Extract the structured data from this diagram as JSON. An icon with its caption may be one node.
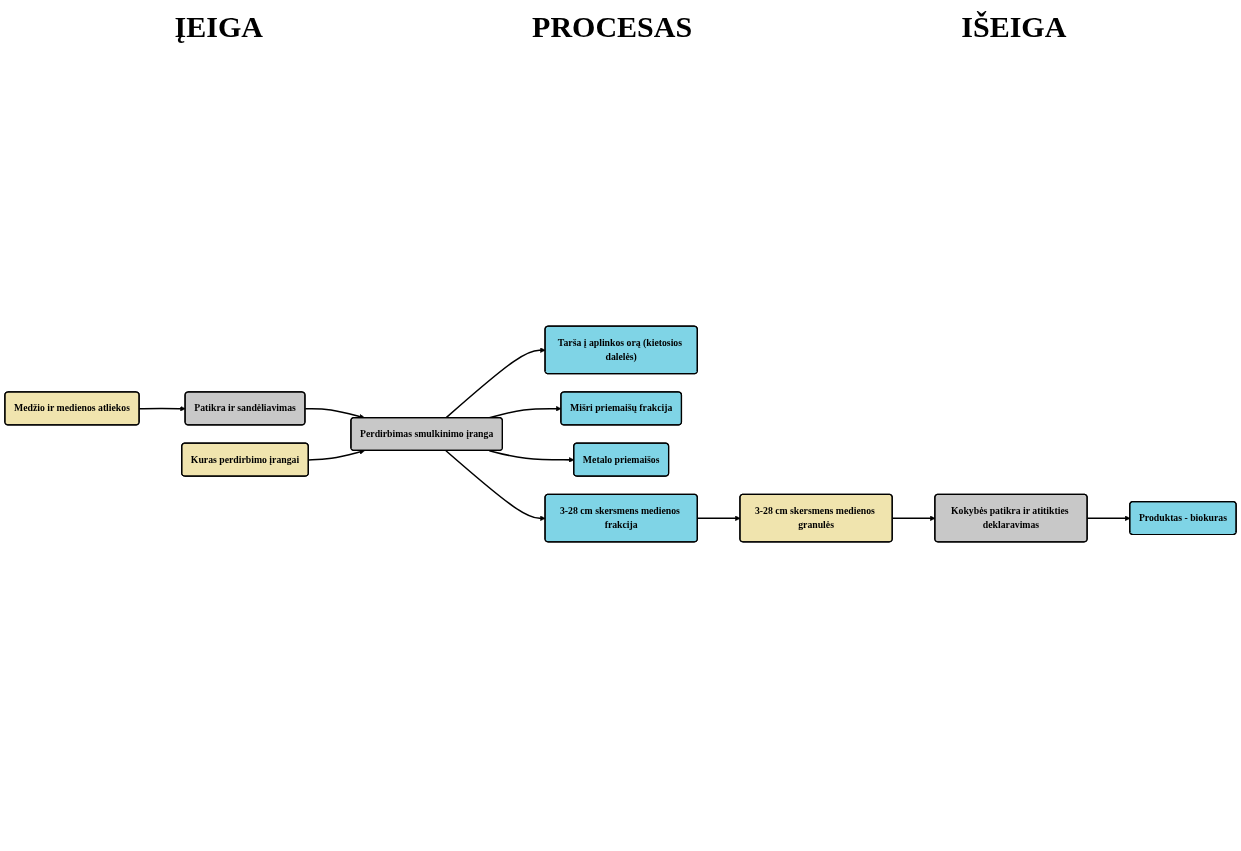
{
  "diagram": {
    "nodes": [
      {
        "text": [
          "Medžio ir medienos atliekos"
        ]
      },
      {
        "text": [
          "Patikra ir sandėliavimas"
        ]
      },
      {
        "text": [
          "Kuras perdirbimo įrangai"
        ]
      },
      {
        "text": [
          "Perdirbimas smulkinimo įranga"
        ]
      },
      {
        "text": [
          "Tarša į aplinkos orą (kietosios dalelės)"
        ]
      },
      {
        "text": [
          "Mišri priemaišų frakcija"
        ]
      },
      {
        "text": [
          "Metalo priemaišos"
        ]
      },
      {
        "text": [
          "3-28 cm skersmens medienos frakcija"
        ]
      },
      {
        "text": [
          "3-28 cm skersmens medienos granulės"
        ]
      },
      {
        "text": [
          "Kokybės patikra ir atitikties deklaravimas"
        ]
      },
      {
        "text": [
          "Produktas - biokuras"
        ]
      }
    ],
    "edges": [
      {
        "from": 0,
        "to": 1,
        "arrow": "to"
      },
      {
        "from": 1,
        "to": 3,
        "arrow": "to"
      },
      {
        "from": 2,
        "to": 3,
        "arrow": "to"
      },
      {
        "from": 3,
        "to": 4,
        "arrow": "to"
      },
      {
        "from": 3,
        "to": 5,
        "arrow": "to"
      },
      {
        "from": 3,
        "to": 6,
        "arrow": "to"
      },
      {
        "from": 3,
        "to": 7,
        "arrow": "to"
      },
      {
        "from": 7,
        "to": 8,
        "arrow": "to"
      },
      {
        "from": 8,
        "to": 9,
        "arrow": "to"
      },
      {
        "from": 9,
        "to": 10,
        "arrow": "to"
      }
    ],
    "labels": [
      "ĮEIGA",
      "PROCESAS",
      "IŠEIGA"
    ]
  }
}
